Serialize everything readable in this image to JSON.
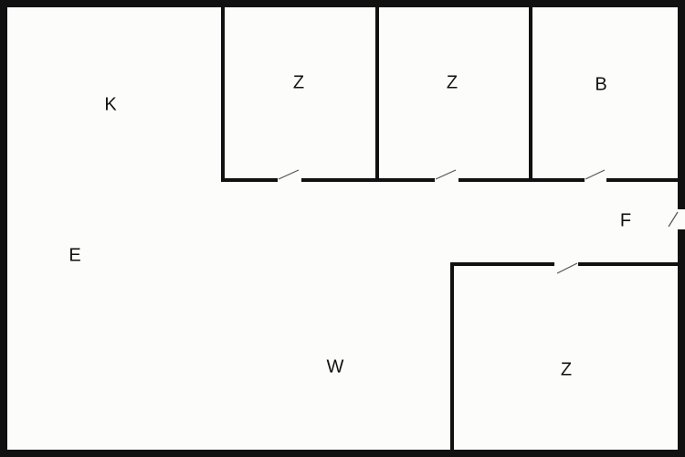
{
  "rooms": {
    "k": "K",
    "z1": "Z",
    "z2": "Z",
    "b": "B",
    "e": "E",
    "f": "F",
    "w": "W",
    "z3": "Z"
  }
}
